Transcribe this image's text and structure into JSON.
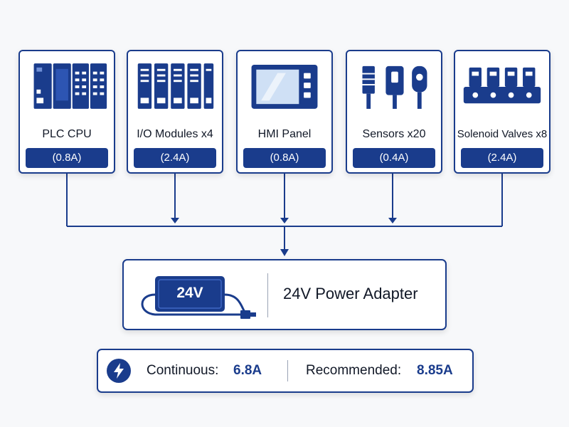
{
  "loads": [
    {
      "name": "PLC CPU",
      "current": "(0.8A)",
      "icon": "plc-cpu-icon"
    },
    {
      "name": "I/O Modules x4",
      "current": "(2.4A)",
      "icon": "io-modules-icon"
    },
    {
      "name": "HMI Panel",
      "current": "(0.8A)",
      "icon": "hmi-panel-icon"
    },
    {
      "name": "Sensors x20",
      "current": "(0.4A)",
      "icon": "sensors-icon"
    },
    {
      "name": "Solenoid Valves x8",
      "current": "(2.4A)",
      "icon": "solenoid-valves-icon"
    }
  ],
  "adapter": {
    "label": "24V",
    "title": "24V Power Adapter",
    "icon": "power-adapter-icon"
  },
  "summary": {
    "continuous_label": "Continuous:",
    "continuous_value": "6.8A",
    "recommended_label": "Recommended:",
    "recommended_value": "8.85A",
    "icon": "lightning-bolt-icon"
  },
  "colors": {
    "accent": "#1a3c8c",
    "background": "#f7f8fa",
    "text": "#111827"
  }
}
